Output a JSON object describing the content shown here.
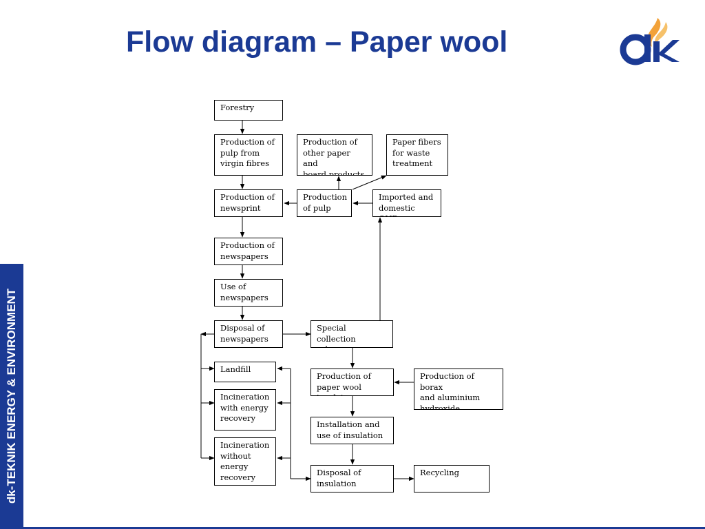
{
  "title": "Flow diagram – Paper wool",
  "side_label": "dk-TEKNIK ENERGY & ENVIRONMENT",
  "logo_text": "dk",
  "colors": {
    "brand_blue": "#1b3a94",
    "logo_orange": "#f2a23a"
  },
  "diagram": {
    "forestry": "Forestry",
    "pulp_virgin": "Production of\npulp from\nvirgin fibres",
    "other_paper": "Production of\nother paper and\nboard products",
    "paper_fibers_waste": "Paper fibers\nfor waste\ntreatment",
    "newsprint": "Production of\nnewsprint",
    "prod_pulp": "Production\nof pulp",
    "imported_onp": "Imported and\ndomestic ONP",
    "newspapers": "Production of\nnewspapers",
    "use_newspapers": "Use of\nnewspapers",
    "disposal_newspapers": "Disposal of\nnewspapers",
    "special_collection": "Special collection\nscheme",
    "landfill": "Landfill",
    "incin_with": "Incineration\nwith energy\nrecovery",
    "incin_without": "Incineration\nwithout\nenergy\nrecovery",
    "paper_wool": "Production of\npaper wool insulat.",
    "borax": "Production of borax\nand aluminium\nhydroxide",
    "installation": "Installation and\nuse of insulation",
    "disposal_insulation": "Disposal of\ninsulation",
    "recycling": "Recycling"
  }
}
